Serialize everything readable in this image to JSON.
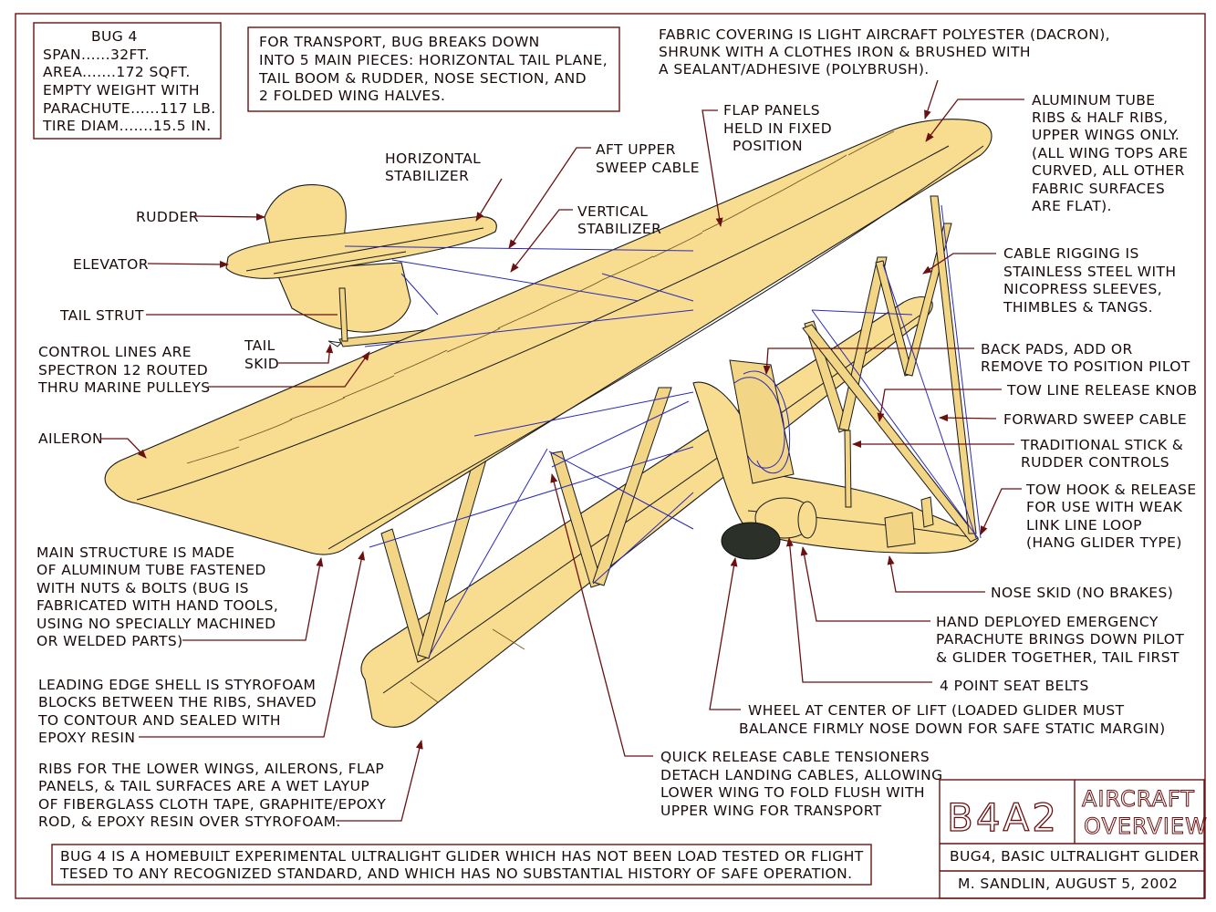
{
  "specs": {
    "title": "BUG 4",
    "lines": [
      "SPAN......32FT.",
      "AREA.......172 SQFT.",
      "EMPTY WEIGHT WITH",
      "PARACHUTE......117 LB.",
      "TIRE DIAM.......15.5 IN."
    ]
  },
  "transport": {
    "lines": [
      "FOR TRANSPORT, BUG BREAKS DOWN",
      "INTO 5 MAIN PIECES: HORIZONTAL TAIL PLANE,",
      "TAIL BOOM & RUDDER, NOSE SECTION, AND",
      "2 FOLDED WING HALVES."
    ]
  },
  "labels": {
    "fabric": [
      "FABRIC COVERING IS LIGHT AIRCRAFT POLYESTER (DACRON),",
      "SHRUNK WITH A CLOTHES IRON & BRUSHED WITH",
      "A SEALANT/ADHESIVE (POLYBRUSH)."
    ],
    "flap_panels": [
      "FLAP PANELS",
      "HELD IN FIXED",
      "POSITION"
    ],
    "aluminum_ribs": [
      "ALUMINUM TUBE",
      "RIBS & HALF RIBS,",
      "UPPER WINGS ONLY.",
      "(ALL WING TOPS ARE",
      "CURVED, ALL OTHER",
      "FABRIC SURFACES",
      "ARE FLAT)."
    ],
    "aft_sweep": [
      "AFT UPPER",
      "SWEEP CABLE"
    ],
    "vertical_stab": [
      "VERTICAL",
      "STABILIZER"
    ],
    "horizontal_stab": [
      "HORIZONTAL",
      "STABILIZER"
    ],
    "rudder": "RUDDER",
    "elevator": "ELEVATOR",
    "tail_strut": "TAIL STRUT",
    "tail_skid": [
      "TAIL",
      "SKID"
    ],
    "control_lines": [
      "CONTROL LINES ARE",
      "SPECTRON 12 ROUTED",
      "THRU MARINE PULLEYS"
    ],
    "aileron": "AILERON",
    "cable_rigging": [
      "CABLE RIGGING IS",
      "STAINLESS STEEL WITH",
      "NICOPRESS SLEEVES,",
      "THIMBLES & TANGS."
    ],
    "back_pads": [
      "BACK PADS, ADD OR",
      "REMOVE TO POSITION PILOT"
    ],
    "tow_knob": "TOW LINE RELEASE KNOB",
    "forward_sweep": "FORWARD SWEEP CABLE",
    "stick": [
      "TRADITIONAL STICK &",
      "RUDDER CONTROLS"
    ],
    "tow_hook": [
      "TOW HOOK & RELEASE",
      "FOR USE WITH WEAK",
      "LINK LINE LOOP",
      "(HANG GLIDER TYPE)"
    ],
    "nose_skid": "NOSE SKID (NO BRAKES)",
    "parachute": [
      "HAND DEPLOYED EMERGENCY",
      "PARACHUTE BRINGS DOWN PILOT",
      "& GLIDER TOGETHER, TAIL FIRST"
    ],
    "seat_belts": "4 POINT SEAT BELTS",
    "wheel": [
      "WHEEL AT CENTER OF LIFT (LOADED GLIDER MUST",
      "BALANCE FIRMLY NOSE DOWN FOR SAFE STATIC MARGIN)"
    ],
    "main_structure": [
      "MAIN STRUCTURE IS MADE",
      "OF ALUMINUM TUBE FASTENED",
      "WITH NUTS & BOLTS (BUG IS",
      "FABRICATED WITH HAND TOOLS,",
      "USING NO SPECIALLY MACHINED",
      "OR WELDED PARTS)"
    ],
    "leading_edge": [
      "LEADING EDGE SHELL IS STYROFOAM",
      "BLOCKS BETWEEN THE RIBS, SHAVED",
      "TO CONTOUR AND SEALED WITH",
      "EPOXY RESIN"
    ],
    "ribs_lower": [
      "RIBS FOR THE LOWER WINGS, AILERONS, FLAP",
      "PANELS, & TAIL SURFACES ARE A WET LAYUP",
      "OF FIBERGLASS CLOTH TAPE, GRAPHITE/EPOXY",
      "ROD, & EPOXY RESIN OVER STYROFOAM."
    ],
    "quick_release": [
      "QUICK RELEASE CABLE TENSIONERS",
      "DETACH LANDING CABLES, ALLOWING",
      "LOWER WING TO FOLD FLUSH WITH",
      "UPPER WING FOR TRANSPORT"
    ]
  },
  "disclaimer": [
    "BUG 4 IS A HOMEBUILT EXPERIMENTAL ULTRALIGHT GLIDER WHICH HAS NOT BEEN LOAD TESTED OR FLIGHT",
    "TESED TO ANY RECOGNIZED STANDARD, AND WHICH HAS NO SUBSTANTIAL HISTORY OF SAFE OPERATION."
  ],
  "title_block": {
    "drawing_no": "B4A2",
    "title": [
      "AIRCRAFT",
      "OVERVIEW"
    ],
    "subtitle": "BUG4, BASIC ULTRALIGHT GLIDER",
    "author": "M. SANDLIN, AUGUST 5, 2002"
  },
  "colors": {
    "wing": "#f8dc90",
    "line": "#6b1010",
    "cable": "#2a2ab8",
    "wheel": "#2b3028"
  }
}
